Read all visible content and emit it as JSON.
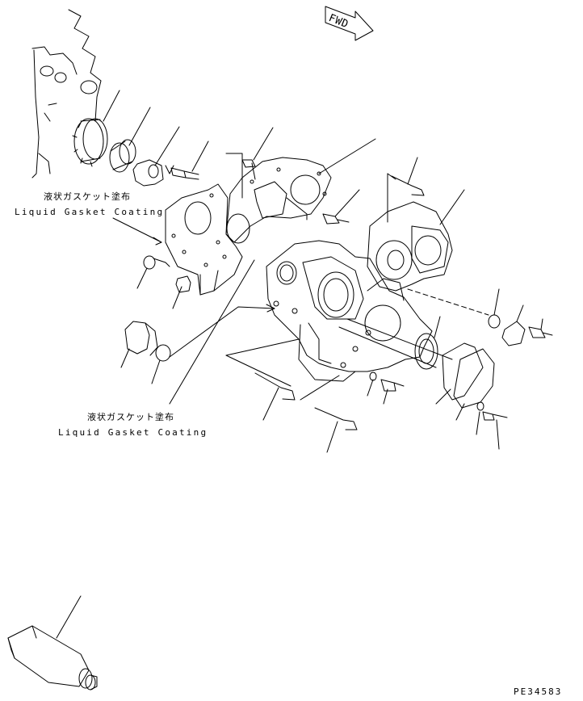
{
  "annotations": {
    "coating_1_jp": "液状ガスケット塗布",
    "coating_1_en": "Liquid Gasket Coating",
    "coating_2_jp": "液状ガスケット塗布",
    "coating_2_en": "Liquid Gasket Coating"
  },
  "direction_marker": {
    "label": "FWD"
  },
  "drawing_number": "PE34583"
}
